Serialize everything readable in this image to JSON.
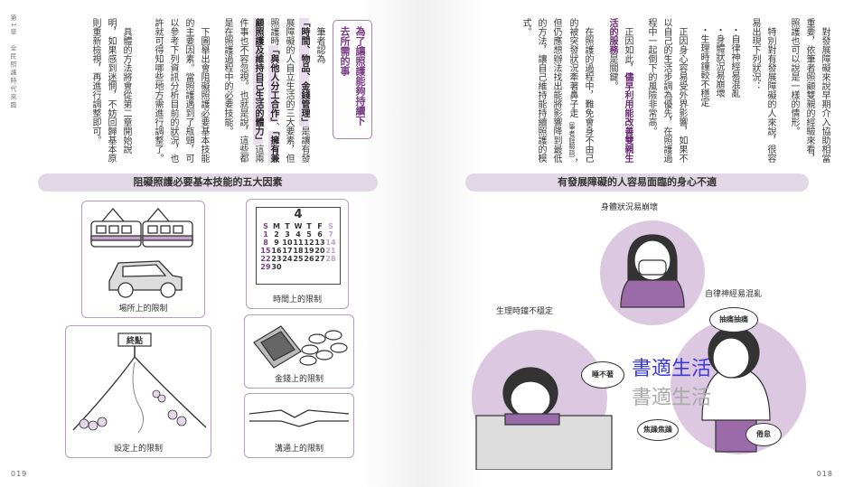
{
  "left_page": {
    "running_head": "第1章　全民照護時代來臨",
    "page_number": "019",
    "box_heading": "為了讓照護能夠持續下去所需的事",
    "para1": {
      "t1": "筆者認為",
      "h1": "「時間、物品、金錢管理」",
      "t2": "是讓有發展障礙的人自立生活的三大要素，但照護時",
      "h2": "「與他人分工合作」",
      "t3": "、",
      "h3": "「擁有兼顧照護及維持自己生活的體力」",
      "t4": "這兩件事也不容忽視。也就是說，這些都是在照護過程中的必要技能。"
    },
    "para2": "下圖舉出會阻礙照護必要基本技能的主要因素。當照護遇到了瓶頸，可以參考下列資訊分析目前的狀況，也許就可得知哪些地方需進行調整了。",
    "para3": "具體的方法將會從第二章開始說明，如果感到迷惘，不妨回歸基本原則重新檢視，再進行調整即可。",
    "banner": "阻礙照護必要基本技能的五大因素",
    "panels": {
      "place": "場所上的限制",
      "time": "時間上的限制",
      "money": "金錢上的限制",
      "setting": "設定上的限制",
      "communication": "溝通上的限制",
      "goal_sign": "終點"
    },
    "calendar": {
      "month": "4",
      "weekdays": [
        "S",
        "M",
        "T",
        "W",
        "T",
        "F",
        "S"
      ],
      "rows": [
        [
          "1",
          "2",
          "3",
          "4",
          "5",
          "6",
          "7"
        ],
        [
          "8",
          "9",
          "10",
          "11",
          "12",
          "13",
          "14"
        ],
        [
          "15",
          "16",
          "17",
          "18",
          "19",
          "20",
          "21"
        ],
        [
          "22",
          "23",
          "24",
          "25",
          "26",
          "27",
          "28"
        ],
        [
          "29",
          "30",
          "",
          "",
          "",
          "",
          ""
        ]
      ]
    }
  },
  "right_page": {
    "page_number": "018",
    "para1": "對發展障礙來說早期介入協助相當重要，依筆者照顧雙親的經驗來看，照護也可以說是一樣的情形。",
    "para2": "特別對有發展障礙的人來說，很容易出現下列狀況：",
    "list": [
      "・自律神經易混亂",
      "・身體狀況易崩壞",
      "・生理時鐘較不穩定"
    ],
    "para3": "正因身心容易受外界影響，如果不以自己的生活步調為優先，在照護過程中一起倒下的風險非常高。",
    "para4": {
      "t1": "正因如此，",
      "b1": "儘早利用能改善雙親生活的服務",
      "t2": "是關鍵。"
    },
    "para5": {
      "t1": "在照護的過程中，難免會身不由己的被突發狀況牽著鼻子走",
      "note": "（筆者經驗談）",
      "t2": "，但仍應想辦法找出能將影響降到最低的方法，讓自己維持能持續照護的模式。"
    },
    "banner": "有發展障礙的人容易面臨的身心不適",
    "labels": {
      "body": "身體狀況易崩壞",
      "autonomic": "自律神經易混亂",
      "clock": "生理時鐘不穩定"
    },
    "bubbles": {
      "throb": "抽痛抽痛",
      "sleep": "睡不著",
      "irritated": "焦躁焦躁",
      "tired": "倦怠"
    },
    "watermark": "書適生活"
  },
  "colors": {
    "accent": "#7a3d85",
    "banner": "#e2d7e5",
    "panel_border": "#b79ac0",
    "circle": "#dcc8e0"
  }
}
